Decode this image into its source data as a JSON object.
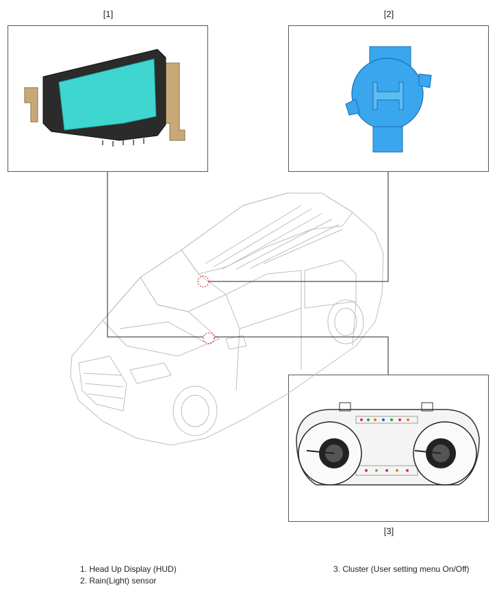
{
  "refs": {
    "r1": "[1]",
    "r2": "[2]",
    "r3": "[3]"
  },
  "legend": {
    "item1": "1. Head Up Display (HUD)",
    "item2": "2. Rain(Light) sensor",
    "item3": "3. Cluster (User setting menu On/Off)"
  },
  "colors": {
    "hud_screen": "#3fd6d0",
    "sensor": "#3aa6ee",
    "leader": "#222222",
    "marker": "#e03030"
  }
}
